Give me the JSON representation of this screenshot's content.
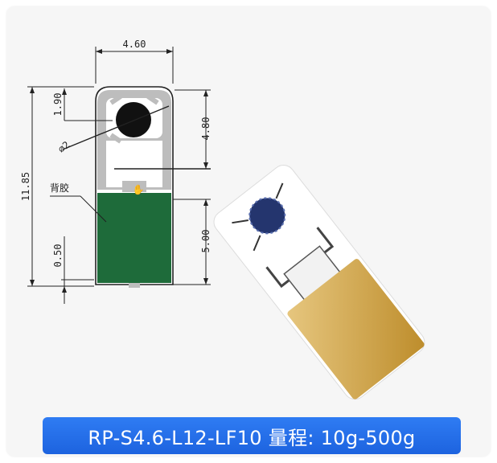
{
  "dimensions": {
    "width": "4.60",
    "top_height": "1.90",
    "hole_diameter": "⌀2",
    "sensing_height": "4.80",
    "total_length": "11.85",
    "adhesive_height": "5.00",
    "tail_height": "0.50"
  },
  "labels": {
    "adhesive": "背胶"
  },
  "banner": {
    "text": "RP-S4.6-L12-LF10 量程: 10g-500g"
  },
  "colors": {
    "adhesive_green": "#1e6b3a",
    "frame_gray": "#bdbdbd",
    "banner_blue": "#1f67e4",
    "tape_yellow": "#d9a83a"
  }
}
